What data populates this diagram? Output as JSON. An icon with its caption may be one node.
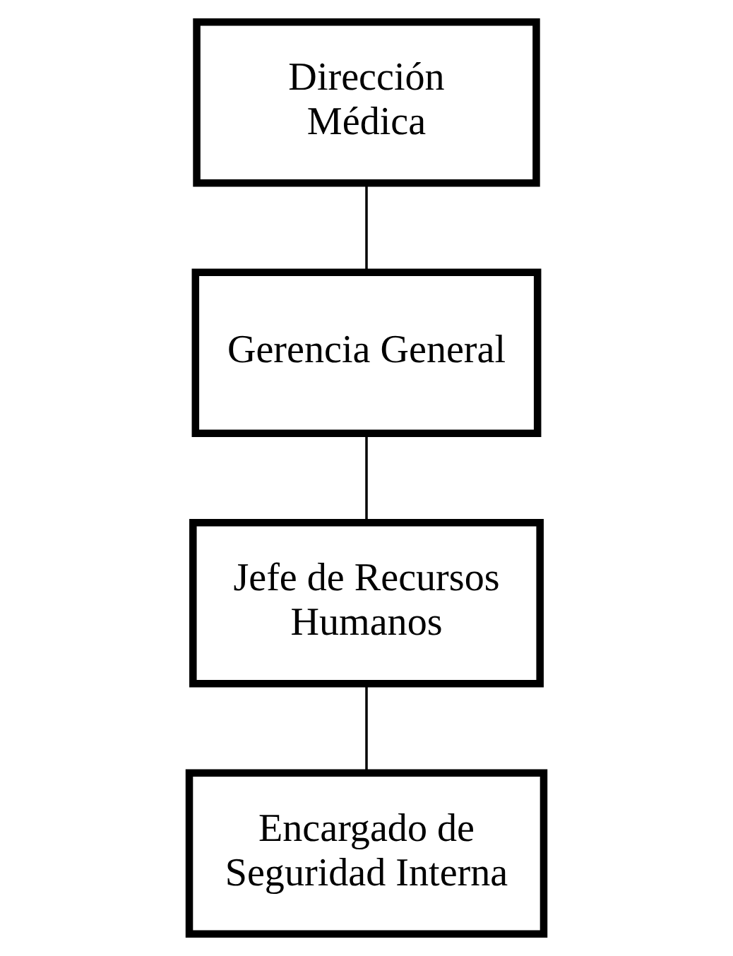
{
  "diagram": {
    "nodes": [
      {
        "text": [
          "Dirección Médica"
        ]
      },
      {
        "text": [
          "Gerencia General"
        ]
      },
      {
        "text": [
          "Jefe de Recursos Humanos"
        ]
      },
      {
        "text": [
          "Encargado de Seguridad Interna"
        ]
      }
    ],
    "edges": [
      {
        "from": 0,
        "to": 1,
        "arrow": "none"
      },
      {
        "from": 1,
        "to": 2,
        "arrow": "none"
      },
      {
        "from": 2,
        "to": 3,
        "arrow": "none"
      }
    ]
  }
}
